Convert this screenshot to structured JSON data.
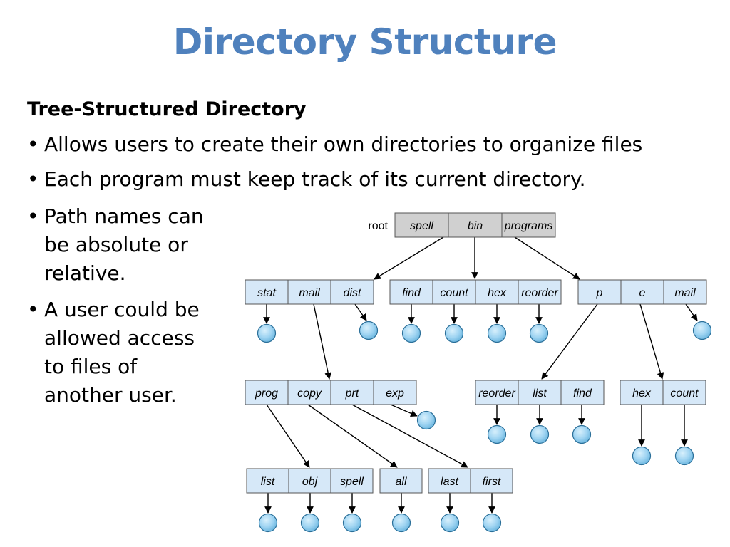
{
  "slide": {
    "title": "Directory Structure",
    "subtitle": "Tree-Structured Directory",
    "bullets": [
      "Allows users to create their own directories to organize files",
      "Each program must keep track of its current directory.",
      "Path names can be absolute or relative.",
      "A user could be allowed access to files of another user."
    ]
  },
  "diagram": {
    "root_label": "root",
    "root_dir": [
      "spell",
      "bin",
      "programs"
    ],
    "level1": {
      "group_a": [
        "stat",
        "mail",
        "dist"
      ],
      "group_b": [
        "find",
        "count",
        "hex",
        "reorder"
      ],
      "group_c": [
        "p",
        "e",
        "mail"
      ]
    },
    "level2": {
      "group_a": [
        "prog",
        "copy",
        "prt",
        "exp"
      ],
      "group_b": [
        "reorder",
        "list",
        "find"
      ],
      "group_c": [
        "hex",
        "count"
      ]
    },
    "level3": {
      "group_a": [
        "list",
        "obj",
        "spell"
      ],
      "group_b": [
        "all"
      ],
      "group_c": [
        "last",
        "first"
      ]
    },
    "colors": {
      "root_fill": "#d0d0d0",
      "dir_fill": "#d6e8f8",
      "file_fill": "#9fd4f2",
      "title_color": "#4f81bd"
    }
  }
}
